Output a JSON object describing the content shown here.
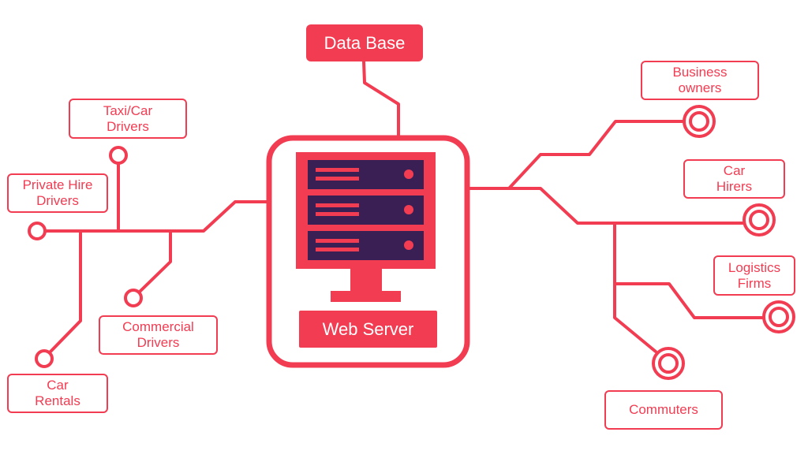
{
  "colors": {
    "accent": "#f23c52",
    "rack": "#3a1f55",
    "background": "#ffffff"
  },
  "database": {
    "label": "Data Base"
  },
  "server": {
    "label": "Web Server",
    "icon": "server-rack-icon"
  },
  "left_nodes": [
    {
      "id": "taxi",
      "label": "Taxi/Car\nDrivers"
    },
    {
      "id": "private-hire",
      "label": "Private Hire\nDrivers"
    },
    {
      "id": "commercial",
      "label": "Commercial\nDrivers"
    },
    {
      "id": "car-rentals",
      "label": "Car\nRentals"
    }
  ],
  "right_nodes": [
    {
      "id": "business",
      "label": "Business\nowners"
    },
    {
      "id": "car-hirers",
      "label": "Car\nHirers"
    },
    {
      "id": "logistics",
      "label": "Logistics\nFirms"
    },
    {
      "id": "commuters",
      "label": "Commuters"
    }
  ]
}
